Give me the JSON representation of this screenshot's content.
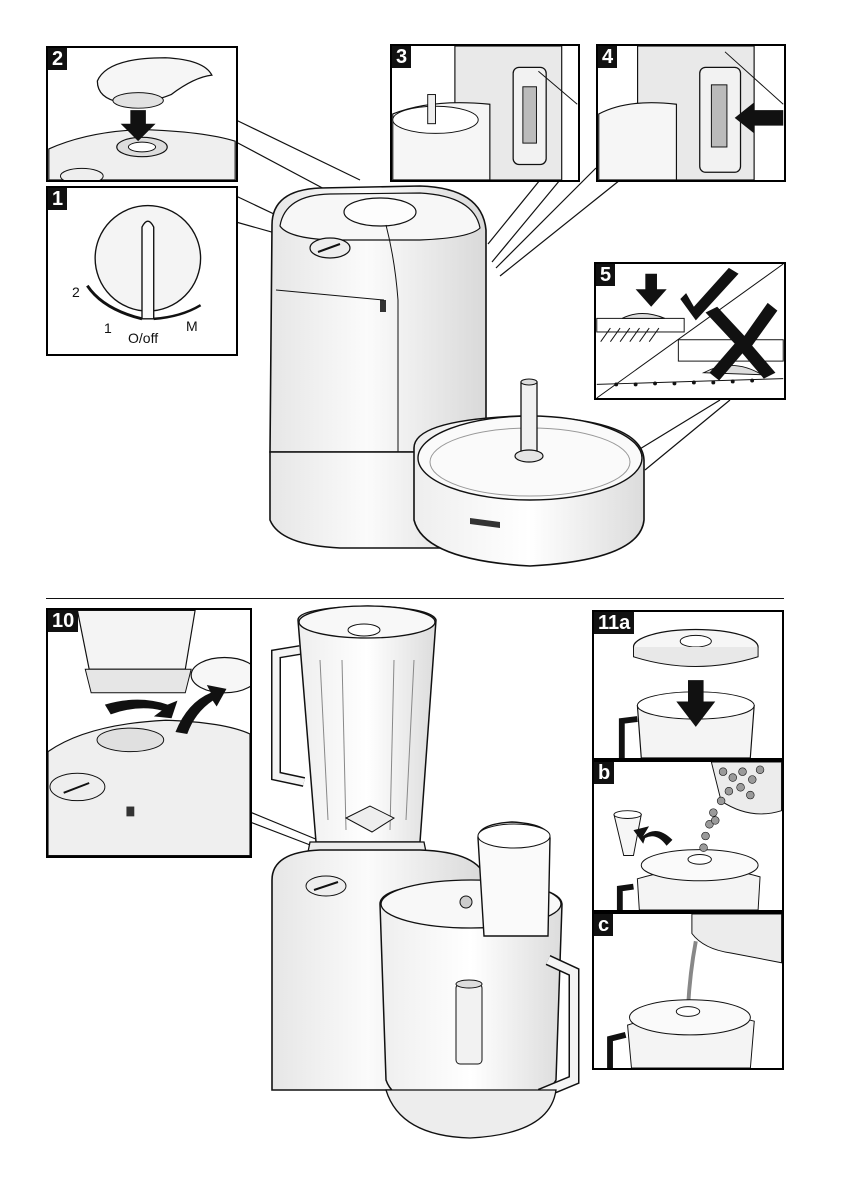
{
  "panels": {
    "p1": {
      "badge": "1",
      "dial_labels": {
        "two": "2",
        "one": "1",
        "off": "O/off",
        "m": "M"
      }
    },
    "p2": {
      "badge": "2"
    },
    "p3": {
      "badge": "3"
    },
    "p4": {
      "badge": "4"
    },
    "p5": {
      "badge": "5"
    },
    "p10": {
      "badge": "10"
    },
    "p11a": {
      "badge": "11a"
    },
    "pb": {
      "badge": "b"
    },
    "pc": {
      "badge": "c"
    }
  },
  "colors": {
    "line": "#111111",
    "fill_light": "#f2f2f2",
    "fill_mid": "#dcdcdc",
    "badge_bg": "#111111"
  }
}
